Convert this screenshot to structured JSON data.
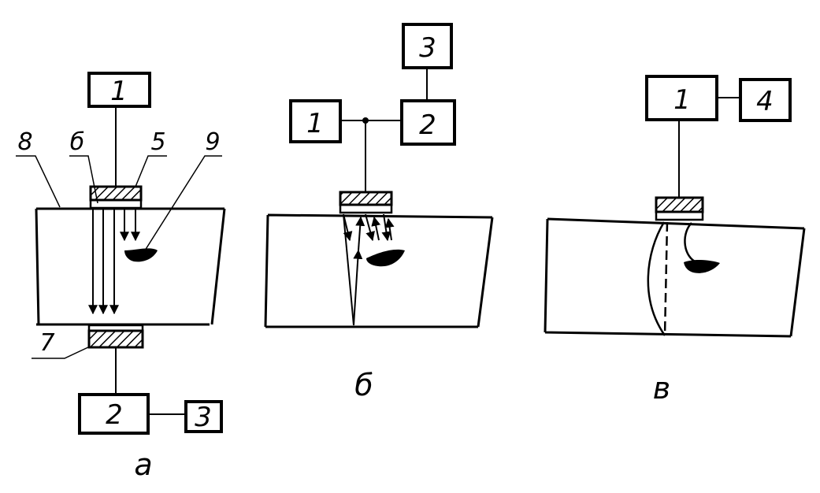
{
  "panels": [
    {
      "caption": "а",
      "boxes": [
        "1",
        "2",
        "3"
      ],
      "callouts": [
        "8",
        "б",
        "5",
        "9",
        "7"
      ]
    },
    {
      "caption": "б",
      "boxes": [
        "1",
        "2",
        "3"
      ]
    },
    {
      "caption": "в",
      "boxes": [
        "1",
        "4"
      ]
    }
  ],
  "colors": {
    "ink": "#000000",
    "paper": "#ffffff"
  }
}
